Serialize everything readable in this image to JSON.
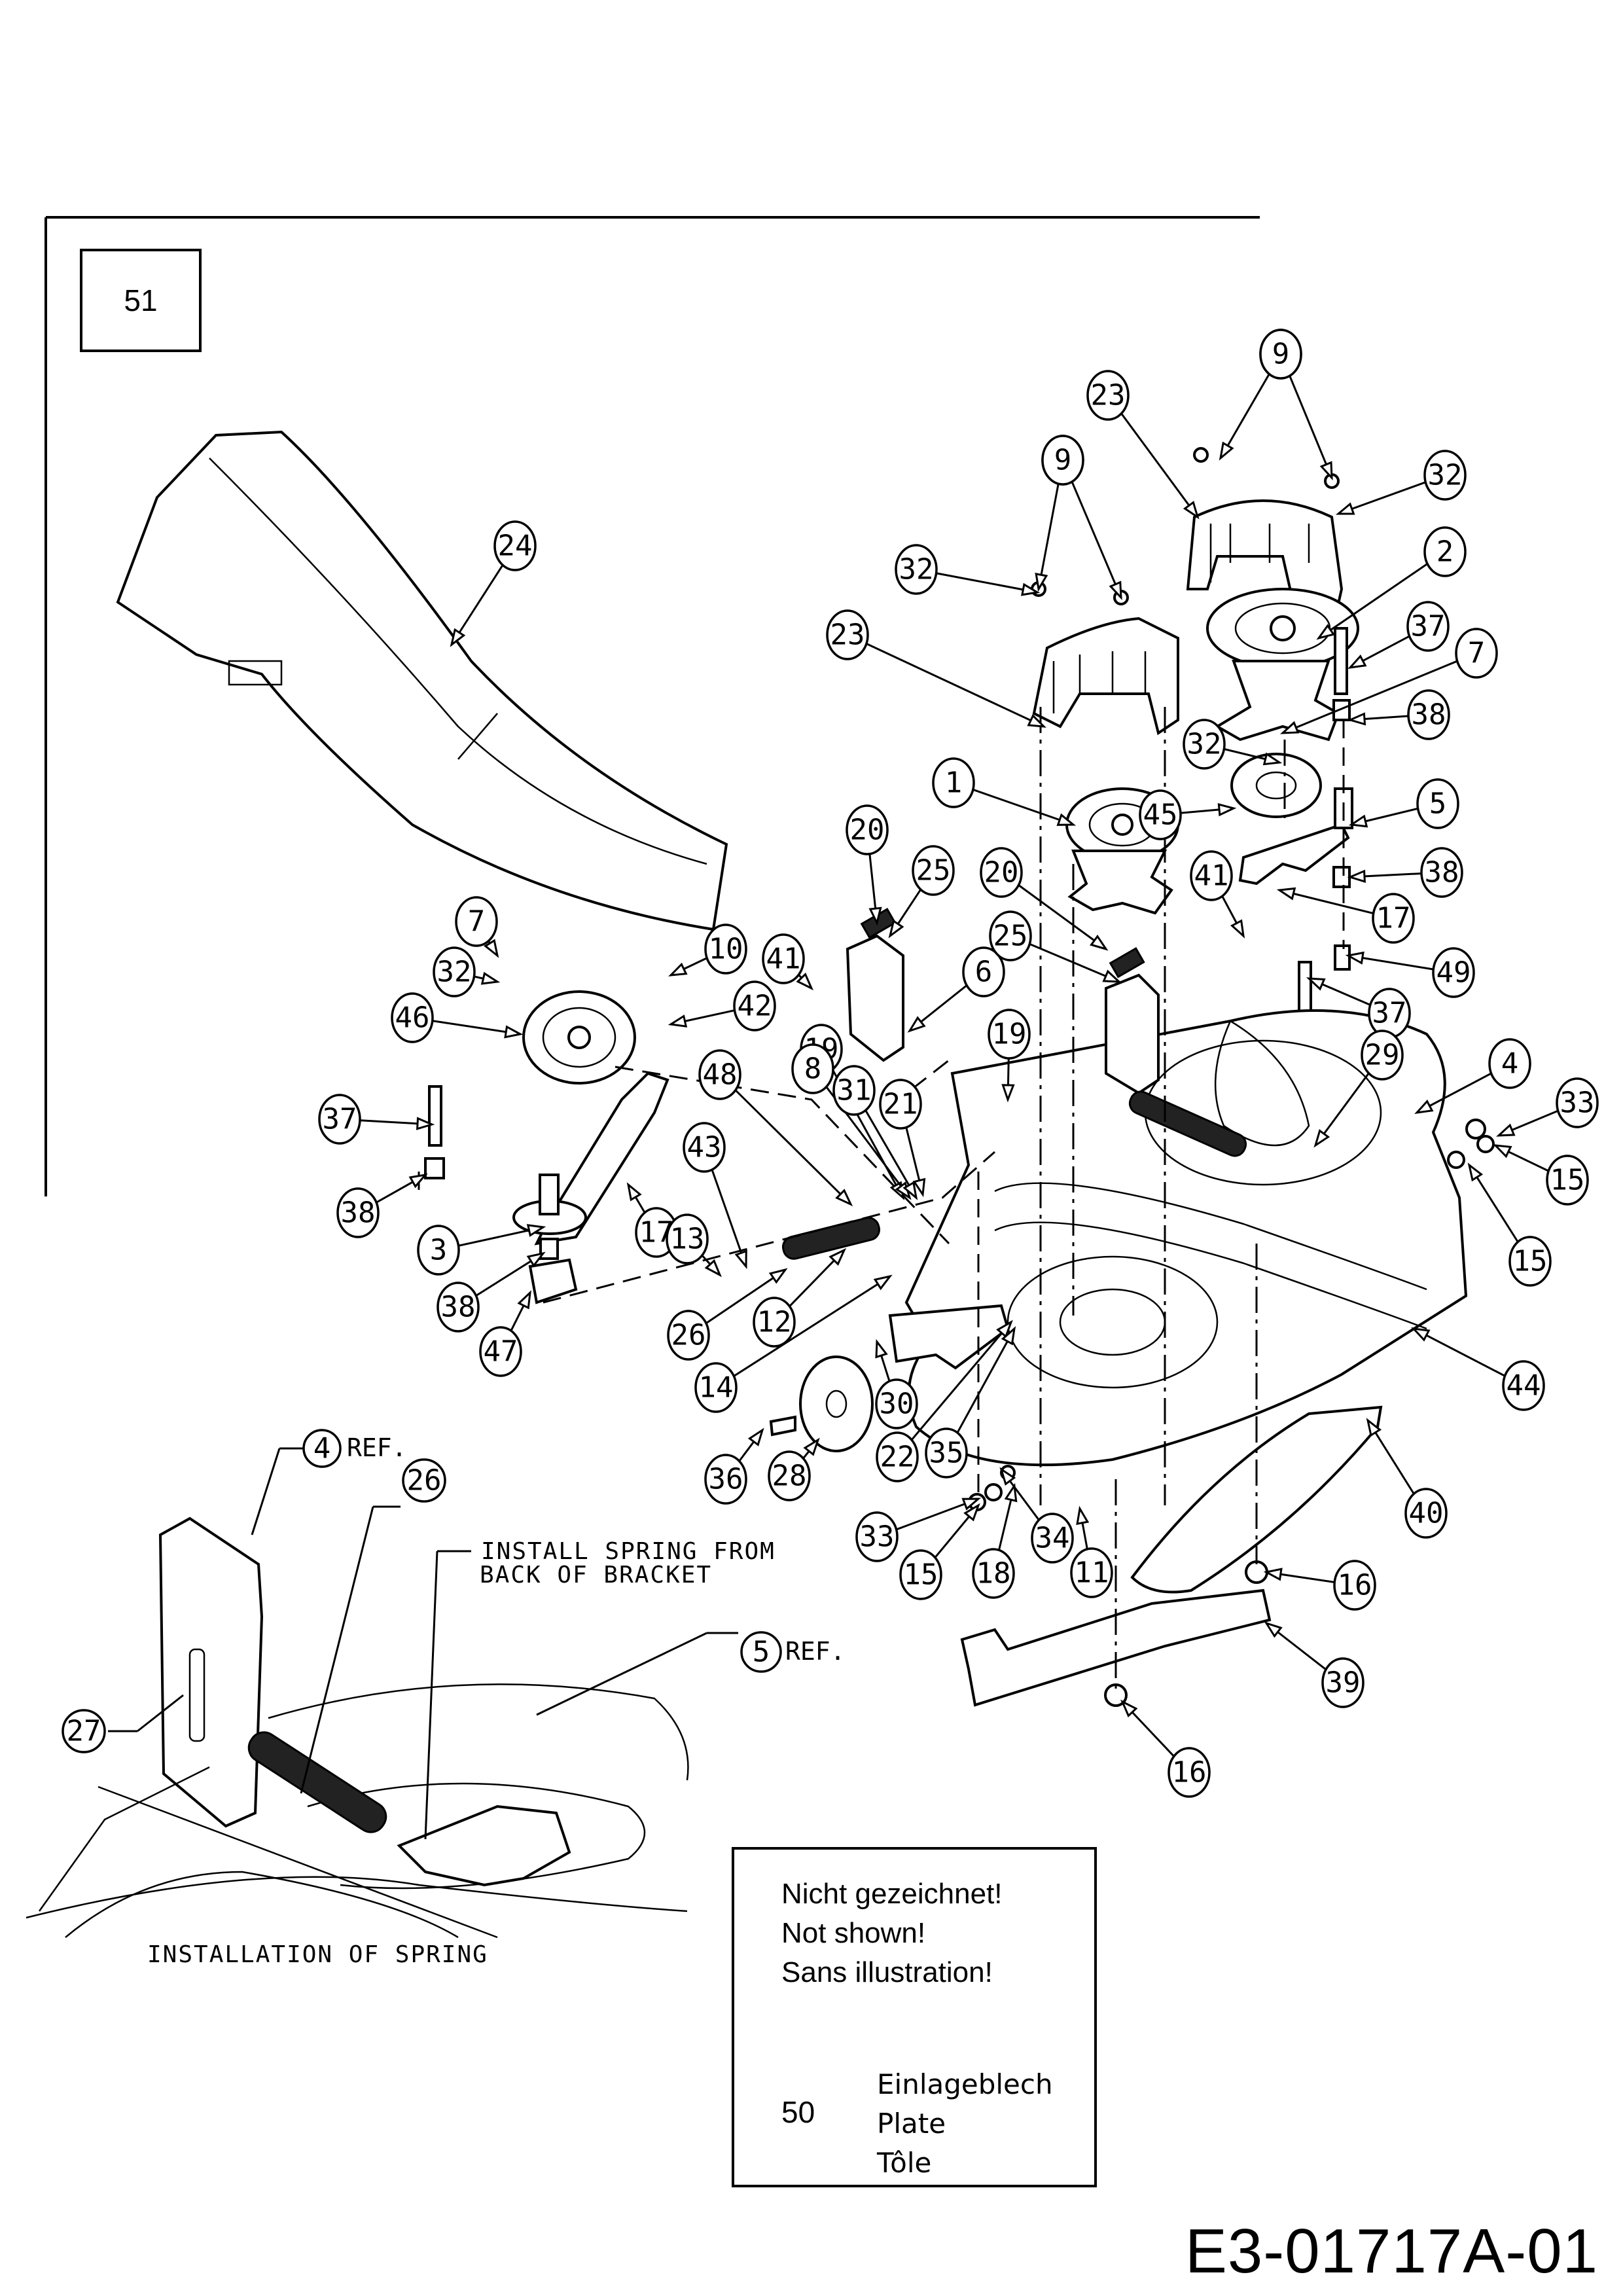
{
  "page": {
    "type": "exploded parts diagram",
    "reference_box": "51",
    "drawing_id": "E3-01717A-01"
  },
  "callouts": [
    "9",
    "9",
    "23",
    "32",
    "2",
    "37",
    "7",
    "38",
    "32",
    "45",
    "5",
    "38",
    "17",
    "49",
    "37",
    "9",
    "9",
    "32",
    "23",
    "1",
    "20",
    "25",
    "6",
    "41",
    "20",
    "25",
    "41",
    "4",
    "29",
    "33",
    "15",
    "15",
    "44",
    "24",
    "7",
    "32",
    "46",
    "10",
    "42",
    "37",
    "38",
    "3",
    "38",
    "47",
    "17",
    "43",
    "13",
    "48",
    "19",
    "8",
    "31",
    "21",
    "19",
    "26",
    "12",
    "14",
    "30",
    "28",
    "36",
    "22",
    "35",
    "33",
    "15",
    "18",
    "34",
    "11",
    "40",
    "16",
    "39",
    "16"
  ],
  "detail": {
    "title": "INSTALLATION OF SPRING",
    "note_line1": "INSTALL SPRING FROM",
    "note_line2": "BACK OF BRACKET",
    "callout_4": "4",
    "callout_4_suffix": "REF.",
    "callout_5": "5",
    "callout_5_suffix": "REF.",
    "callout_26": "26",
    "callout_27": "27"
  },
  "not_shown_box": {
    "line_de": "Nicht gezeichnet!",
    "line_en": "Not shown!",
    "line_fr": "Sans illustration!",
    "item_number": "50",
    "item_de": "Einlageblech",
    "item_en": "Plate",
    "item_fr": "Tôle"
  }
}
